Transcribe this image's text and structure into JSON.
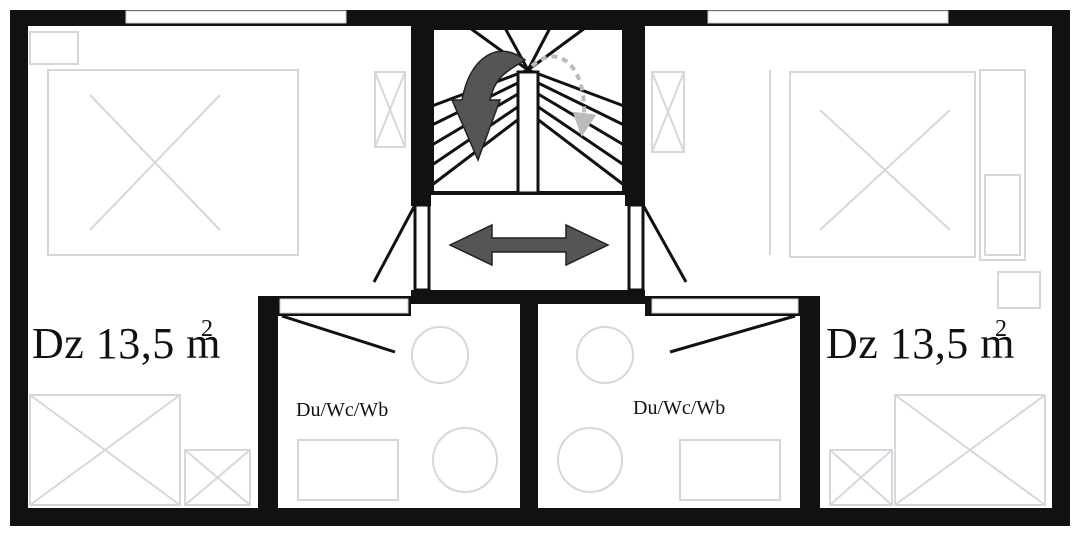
{
  "colors": {
    "wall": "#111111",
    "faint_furniture": "#d4d8dc",
    "window": "#ffffff",
    "arrow": "#555555"
  },
  "icons": [
    "curved-arrow-down",
    "double-headed-arrow",
    "staircase",
    "door-swing"
  ],
  "rooms": {
    "left_room": {
      "area_text": "Dz 13,5 m",
      "area_sup": "2"
    },
    "right_room": {
      "area_text": "Dz 13,5 m",
      "area_sup": "2"
    },
    "left_bath": {
      "label": "Du/Wc/Wb"
    },
    "right_bath": {
      "label": "Du/Wc/Wb"
    }
  }
}
